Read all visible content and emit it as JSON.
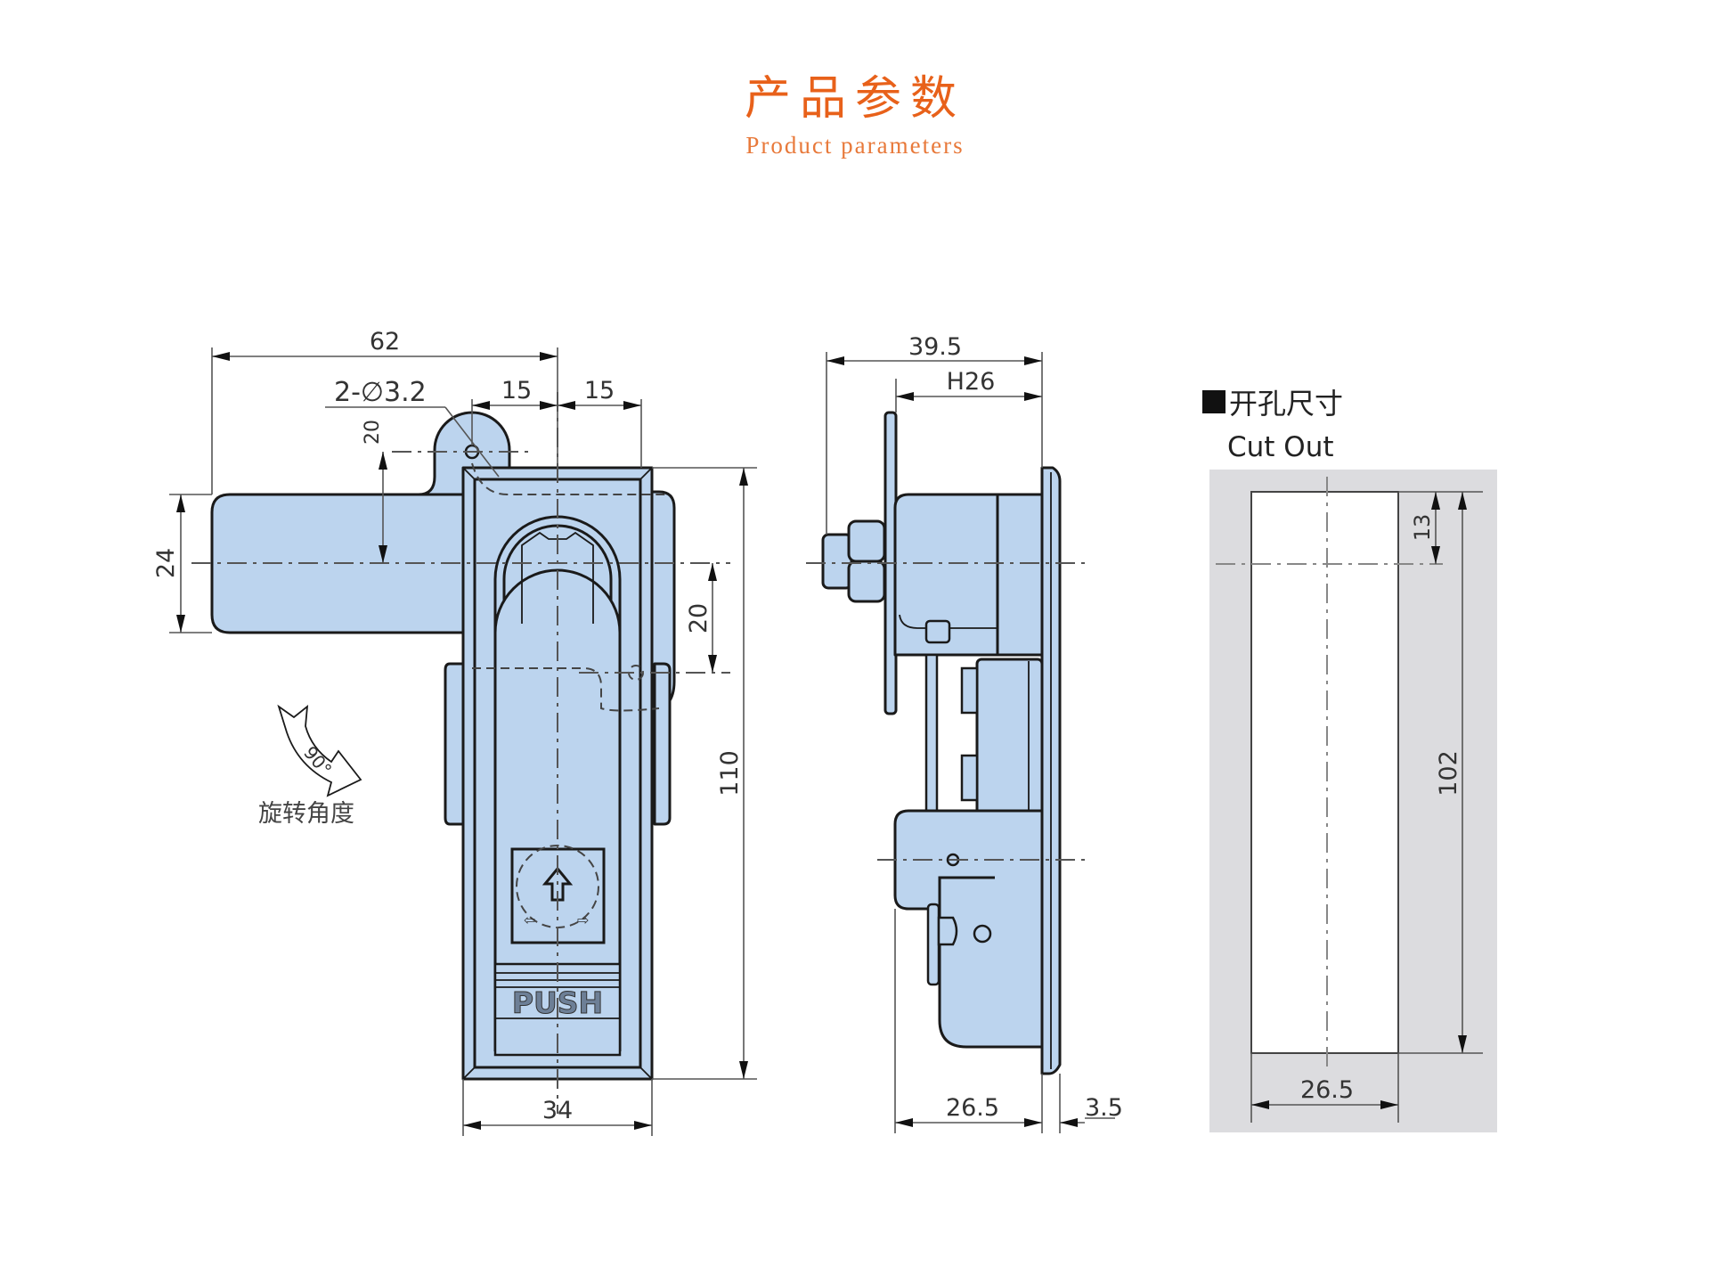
{
  "header": {
    "title_cn": "产品参数",
    "title_en": "Product parameters",
    "accent_color": "#e8611a"
  },
  "front_view": {
    "dims": {
      "overall_width_arm": "62",
      "holes": "2-∅3.2",
      "hole_offset_left": "15",
      "hole_offset_right": "15",
      "hole_vertical": "20",
      "arm_height": "24",
      "cam_offset": "20",
      "body_height": "110",
      "body_width": "34"
    },
    "push_label": "PUSH",
    "rotation_icon": {
      "angle": "90°",
      "caption": "旋转角度"
    }
  },
  "side_view": {
    "dims": {
      "overall_depth": "39.5",
      "housing_depth": "H26",
      "base_depth": "26.5",
      "flange": "3.5"
    }
  },
  "cutout": {
    "title_cn": "开孔尺寸",
    "title_en": "Cut Out",
    "dims": {
      "top_offset": "13",
      "height": "102",
      "width": "26.5"
    }
  },
  "colors": {
    "part_fill": "#bcd4ee",
    "cutout_panel": "#dcdcdf"
  }
}
